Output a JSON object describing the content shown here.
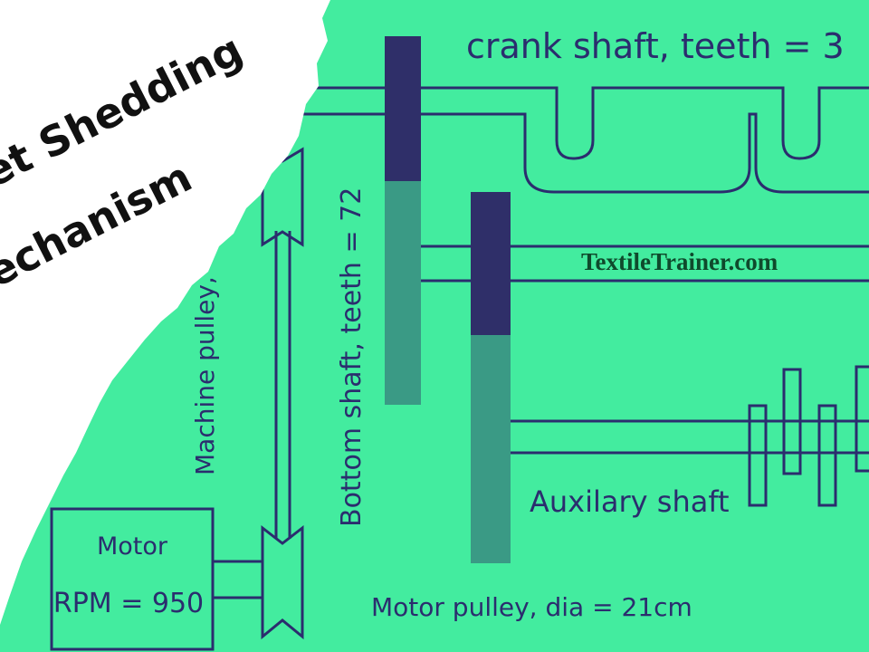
{
  "title": {
    "line1": "et Shedding",
    "line2": "echanism"
  },
  "watermark": "TextileTrainer.com",
  "labels": {
    "crank_shaft": "crank shaft, teeth = 3",
    "bottom_shaft": "Bottom shaft, teeth = 72",
    "machine_pulley": "Machine pulley,",
    "auxiliary_shaft": "Auxilary shaft",
    "motor_pulley": "Motor pulley, dia = 21cm",
    "motor_title": "Motor",
    "motor_rpm": "RPM = 950"
  },
  "colors": {
    "background": "#43ec9f",
    "line": "#2b2d6e",
    "gear_dark": "#2f2f69",
    "gear_teal": "#3a9a85",
    "paper": "#ffffff",
    "title_text": "#111111",
    "watermark_text": "#0f4a2c"
  }
}
